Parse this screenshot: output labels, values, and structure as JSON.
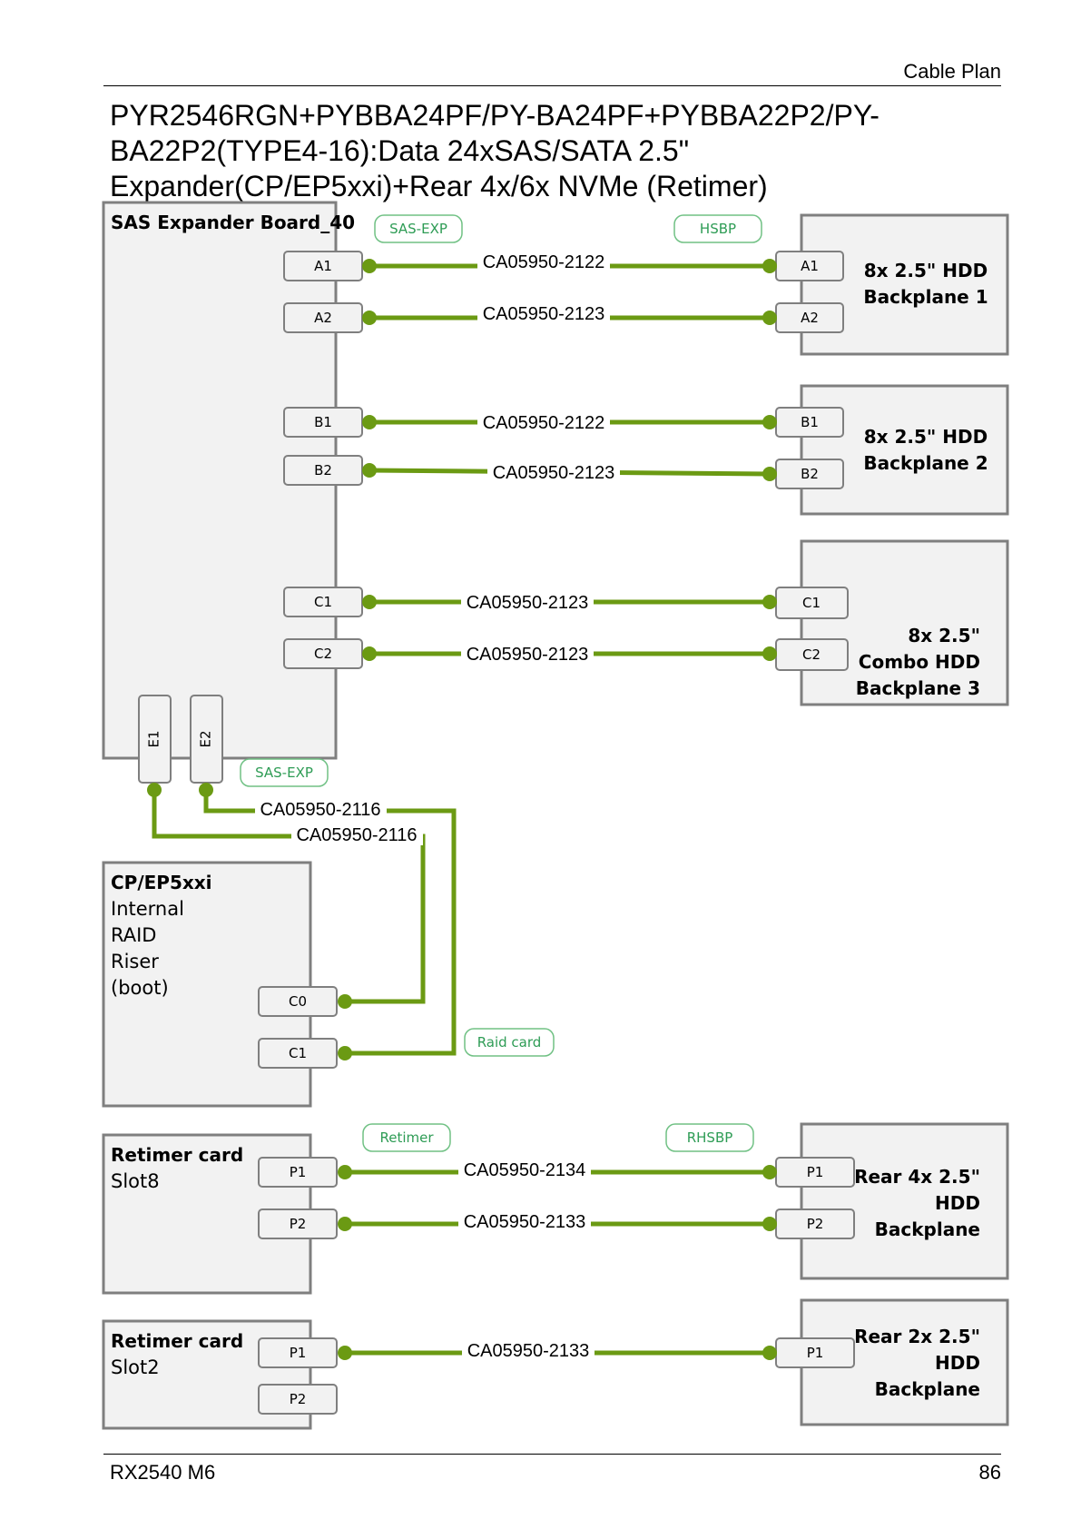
{
  "header": {
    "section": "Cable Plan"
  },
  "title": "PYR2546RGN+PYBBA24PF/PY-BA24PF+PYBBA22P2/PY-BA22P2(TYPE4-16):Data 24xSAS/SATA 2.5\" Expander(CP/EP5xxi)+Rear 4x/6x NVMe (Retimer)",
  "footer": {
    "model": "RX2540 M6",
    "page": "86"
  },
  "colors": {
    "cable": "#6b9a13",
    "tag_border": "#70c184",
    "tag_text": "#2e9c55",
    "box_fill": "#f2f2f2",
    "box_border": "#7f7f7f"
  },
  "diagram": {
    "expander": {
      "title": "SAS Expander Board_40",
      "ports": [
        "A1",
        "A2",
        "B1",
        "B2",
        "C1",
        "C2"
      ],
      "bottom_ports": [
        "E1",
        "E2"
      ]
    },
    "tags": {
      "sas_exp_top": "SAS-EXP",
      "hsbp": "HSBP",
      "sas_exp_bottom": "SAS-EXP",
      "raid_card": "Raid card",
      "retimer": "Retimer",
      "rhsbp": "RHSBP"
    },
    "backplanes": [
      {
        "lines": [
          "8x 2.5\" HDD",
          "Backplane 1"
        ],
        "ports": [
          "A1",
          "A2"
        ]
      },
      {
        "lines": [
          "8x 2.5\" HDD",
          "Backplane 2"
        ],
        "ports": [
          "B1",
          "B2"
        ]
      },
      {
        "lines": [
          "8x 2.5\"",
          "Combo HDD",
          "Backplane 3"
        ],
        "ports": [
          "C1",
          "C2"
        ]
      }
    ],
    "cables": {
      "a1": "CA05950-2122",
      "a2": "CA05950-2123",
      "b1": "CA05950-2122",
      "b2": "CA05950-2123",
      "c1": "CA05950-2123",
      "c2": "CA05950-2123",
      "e2": "CA05950-2116",
      "e1": "CA05950-2116",
      "r8p1": "CA05950-2134",
      "r8p2": "CA05950-2133",
      "r2p1": "CA05950-2133"
    },
    "raid": {
      "title": "CP/EP5xxi",
      "lines": [
        "Internal",
        "RAID",
        "Riser",
        "(boot)"
      ],
      "ports": [
        "C0",
        "C1"
      ]
    },
    "retimer8": {
      "title": "Retimer card",
      "slot": "Slot8",
      "ports": [
        "P1",
        "P2"
      ]
    },
    "rear4": {
      "lines": [
        "Rear 4x 2.5\"",
        "HDD",
        "Backplane"
      ],
      "ports": [
        "P1",
        "P2"
      ]
    },
    "retimer2": {
      "title": "Retimer card",
      "slot": "Slot2",
      "ports": [
        "P1",
        "P2"
      ]
    },
    "rear2": {
      "lines": [
        "Rear 2x 2.5\"",
        "HDD",
        "Backplane"
      ],
      "ports": [
        "P1"
      ]
    }
  }
}
